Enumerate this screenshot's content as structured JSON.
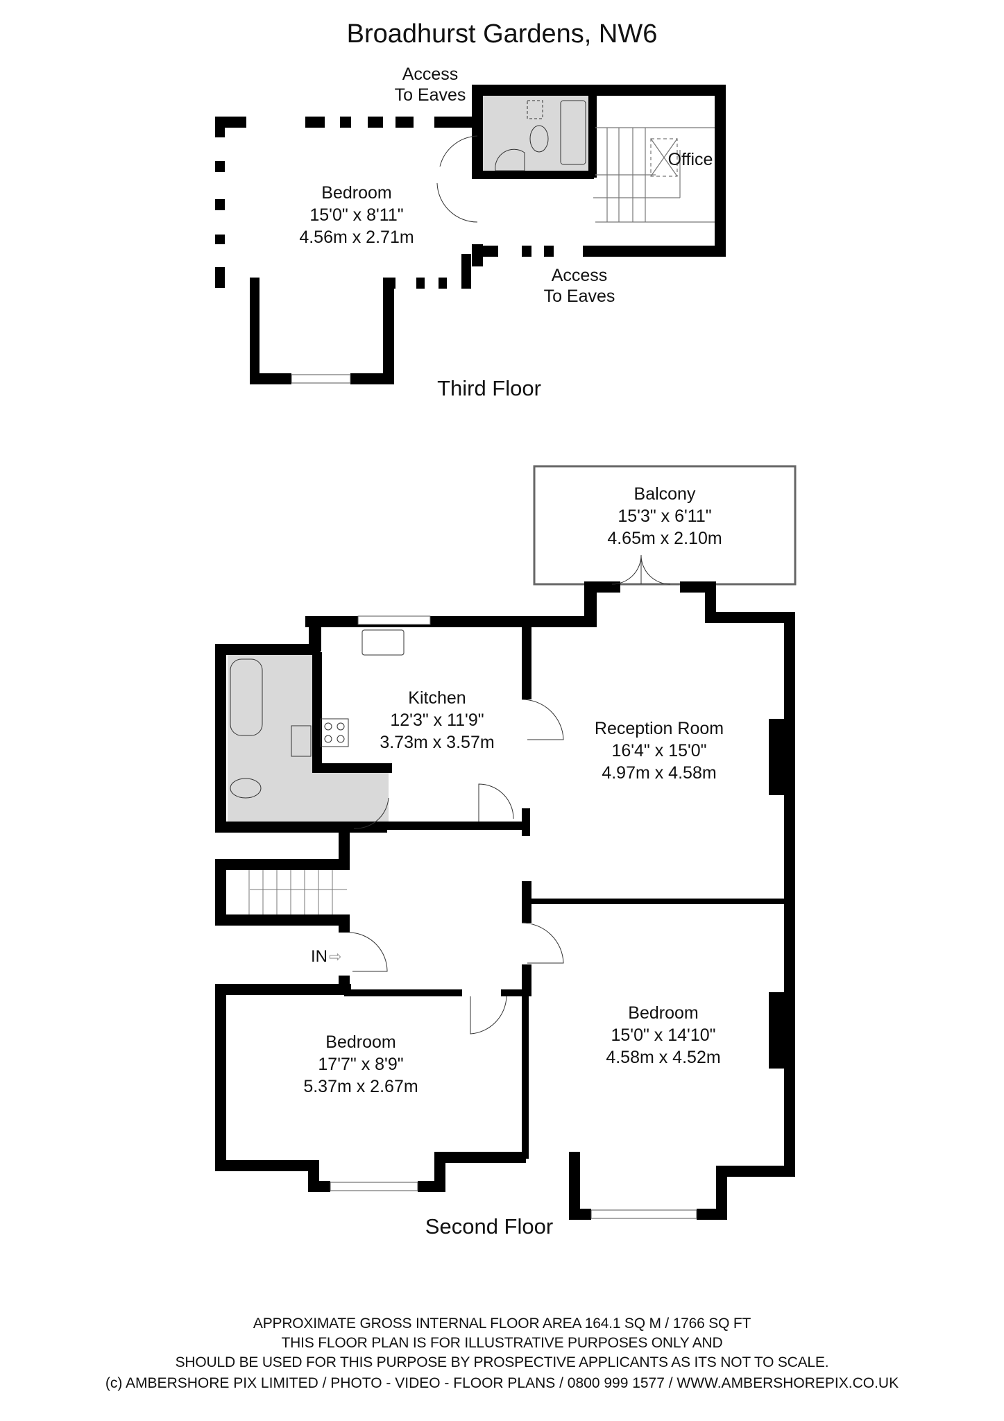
{
  "header": {
    "title": "Broadhurst Gardens, NW6"
  },
  "third_floor": {
    "label": "Third Floor",
    "rooms": [
      {
        "name": "Bedroom",
        "imperial": "15'0\" x 8'11\"",
        "metric": "4.56m x 2.71m"
      },
      {
        "name": "Office"
      }
    ],
    "annotations": [
      {
        "line1": "Access",
        "line2": "To Eaves"
      },
      {
        "line1": "Access",
        "line2": "To Eaves"
      }
    ]
  },
  "second_floor": {
    "label": "Second Floor",
    "rooms": [
      {
        "name": "Balcony",
        "imperial": "15'3\" x 6'11\"",
        "metric": "4.65m x 2.10m"
      },
      {
        "name": "Kitchen",
        "imperial": "12'3\" x 11'9\"",
        "metric": "3.73m x 3.57m"
      },
      {
        "name": "Reception Room",
        "imperial": "16'4\" x 15'0\"",
        "metric": "4.97m x 4.58m"
      },
      {
        "name": "Bedroom",
        "imperial": "15'0\" x 14'10\"",
        "metric": "4.58m x 4.52m"
      },
      {
        "name": "Bedroom",
        "imperial": "17'7\" x 8'9\"",
        "metric": "5.37m x 2.67m"
      }
    ],
    "entrance_label": "IN"
  },
  "footer": {
    "lines": [
      "APPROXIMATE GROSS INTERNAL FLOOR AREA 164.1 SQ M / 1766 SQ FT",
      "THIS FLOOR PLAN IS FOR ILLUSTRATIVE PURPOSES ONLY AND",
      "SHOULD BE USED FOR THIS PURPOSE BY PROSPECTIVE APPLICANTS AS ITS NOT TO SCALE."
    ],
    "copyright": "(c)  AMBERSHORE PIX LIMITED / PHOTO - VIDEO - FLOOR PLANS / 0800 999 1577 / WWW.AMBERSHOREPIX.CO.UK"
  },
  "colors": {
    "wall": "#000000",
    "wet_room_fill": "#d9d9d9",
    "background": "#ffffff"
  }
}
